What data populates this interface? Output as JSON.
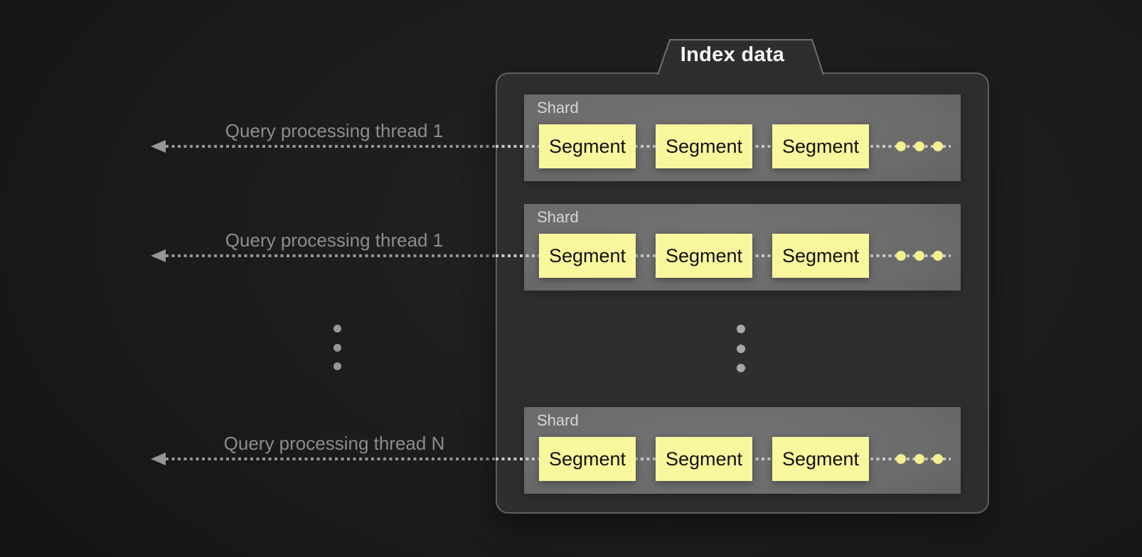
{
  "panel": {
    "tab_label": "Index data"
  },
  "threads": [
    {
      "label": "Query processing thread 1",
      "arrow_direction": "left"
    },
    {
      "label": "Query processing thread 1",
      "arrow_direction": "left"
    },
    {
      "label": "Query processing thread N",
      "arrow_direction": "left"
    }
  ],
  "shards": [
    {
      "label": "Shard",
      "segments": [
        "Segment",
        "Segment",
        "Segment"
      ],
      "overflow_dot_count": 3
    },
    {
      "label": "Shard",
      "segments": [
        "Segment",
        "Segment",
        "Segment"
      ],
      "overflow_dot_count": 3
    },
    {
      "label": "Shard",
      "segments": [
        "Segment",
        "Segment",
        "Segment"
      ],
      "overflow_dot_count": 3
    }
  ],
  "ellipsis": {
    "left_vertical_dot_count": 3,
    "center_vertical_dot_count": 3
  },
  "colors": {
    "page_bg": "#1b1b1b",
    "container_bg": "#2e2e2e",
    "container_border": "#5f5f5f",
    "tab_border": "#6f6f6f",
    "tab_text": "#f5f5f5",
    "shard_bg": "#6d6d6d",
    "shard_label": "#d6d6d6",
    "segment_bg": "#f9f79d",
    "segment_text": "#111111",
    "accent_dot": "#f5f08b",
    "arrow_dark": "#969696",
    "arrow_light": "#c9c9c9",
    "thread_label": "#8d8d8d"
  }
}
